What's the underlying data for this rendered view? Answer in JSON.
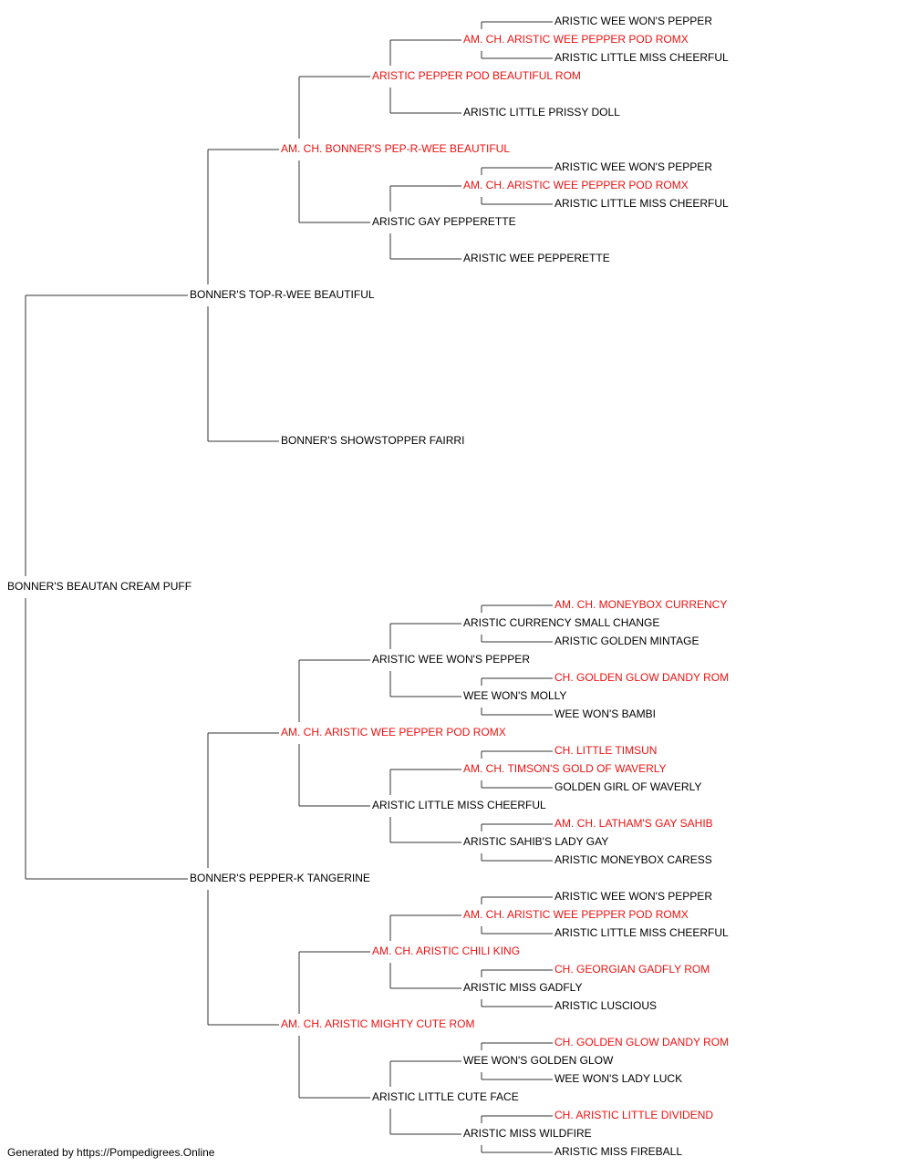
{
  "colors": {
    "champion": "#ee1111",
    "normal": "#000000",
    "connector": "#333333"
  },
  "pedigree": {
    "name": "BONNER'S BEAUTAN CREAM PUFF",
    "champion": false,
    "sire": {
      "name": "BONNER'S TOP-R-WEE BEAUTIFUL",
      "champion": false,
      "sire": {
        "name": "AM. CH. BONNER'S PEP-R-WEE BEAUTIFUL",
        "champion": true,
        "sire": {
          "name": "ARISTIC PEPPER POD BEAUTIFUL ROM",
          "champion": true,
          "sire": {
            "name": "AM. CH. ARISTIC WEE PEPPER POD ROMX",
            "champion": true,
            "sire": {
              "name": "ARISTIC WEE WON'S PEPPER",
              "champion": false
            },
            "dam": {
              "name": "ARISTIC LITTLE MISS CHEERFUL",
              "champion": false
            }
          },
          "dam": {
            "name": "ARISTIC LITTLE PRISSY DOLL",
            "champion": false
          }
        },
        "dam": {
          "name": "ARISTIC GAY PEPPERETTE",
          "champion": false,
          "sire": {
            "name": "AM. CH. ARISTIC WEE PEPPER POD ROMX",
            "champion": true,
            "sire": {
              "name": "ARISTIC WEE WON'S PEPPER",
              "champion": false
            },
            "dam": {
              "name": "ARISTIC LITTLE MISS CHEERFUL",
              "champion": false
            }
          },
          "dam": {
            "name": "ARISTIC WEE PEPPERETTE",
            "champion": false
          }
        }
      },
      "dam": {
        "name": "BONNER'S SHOWSTOPPER FAIRRI",
        "champion": false
      }
    },
    "dam": {
      "name": "BONNER'S PEPPER-K TANGERINE",
      "champion": false,
      "sire": {
        "name": "AM. CH. ARISTIC WEE PEPPER POD ROMX",
        "champion": true,
        "sire": {
          "name": "ARISTIC WEE WON'S PEPPER",
          "champion": false,
          "sire": {
            "name": "ARISTIC CURRENCY SMALL CHANGE",
            "champion": false,
            "sire": {
              "name": "AM. CH. MONEYBOX CURRENCY",
              "champion": true
            },
            "dam": {
              "name": "ARISTIC GOLDEN MINTAGE",
              "champion": false
            }
          },
          "dam": {
            "name": "WEE WON'S MOLLY",
            "champion": false,
            "sire": {
              "name": "CH. GOLDEN GLOW DANDY ROM",
              "champion": true
            },
            "dam": {
              "name": "WEE WON'S BAMBI",
              "champion": false
            }
          }
        },
        "dam": {
          "name": "ARISTIC LITTLE MISS CHEERFUL",
          "champion": false,
          "sire": {
            "name": "AM. CH. TIMSON'S GOLD OF WAVERLY",
            "champion": true,
            "sire": {
              "name": "CH. LITTLE TIMSUN",
              "champion": true
            },
            "dam": {
              "name": "GOLDEN GIRL OF WAVERLY",
              "champion": false
            }
          },
          "dam": {
            "name": "ARISTIC SAHIB'S LADY GAY",
            "champion": false,
            "sire": {
              "name": "AM. CH. LATHAM'S GAY SAHIB",
              "champion": true
            },
            "dam": {
              "name": "ARISTIC MONEYBOX CARESS",
              "champion": false
            }
          }
        }
      },
      "dam": {
        "name": "AM. CH. ARISTIC MIGHTY CUTE ROM",
        "champion": true,
        "sire": {
          "name": "AM. CH. ARISTIC CHILI KING",
          "champion": true,
          "sire": {
            "name": "AM. CH. ARISTIC WEE PEPPER POD ROMX",
            "champion": true,
            "sire": {
              "name": "ARISTIC WEE WON'S PEPPER",
              "champion": false
            },
            "dam": {
              "name": "ARISTIC LITTLE MISS CHEERFUL",
              "champion": false
            }
          },
          "dam": {
            "name": "ARISTIC MISS GADFLY",
            "champion": false,
            "sire": {
              "name": "CH. GEORGIAN GADFLY ROM",
              "champion": true
            },
            "dam": {
              "name": "ARISTIC LUSCIOUS",
              "champion": false
            }
          }
        },
        "dam": {
          "name": "ARISTIC LITTLE CUTE FACE",
          "champion": false,
          "sire": {
            "name": "WEE WON'S GOLDEN GLOW",
            "champion": false,
            "sire": {
              "name": "CH. GOLDEN GLOW DANDY ROM",
              "champion": true
            },
            "dam": {
              "name": "WEE WON'S LADY LUCK",
              "champion": false
            }
          },
          "dam": {
            "name": "ARISTIC MISS WILDFIRE",
            "champion": false,
            "sire": {
              "name": "CH. ARISTIC LITTLE DIVIDEND",
              "champion": true
            },
            "dam": {
              "name": "ARISTIC MISS FIREBALL",
              "champion": false
            }
          }
        }
      }
    }
  },
  "footer": {
    "text": "Generated by https://Pompedigrees.Online"
  }
}
